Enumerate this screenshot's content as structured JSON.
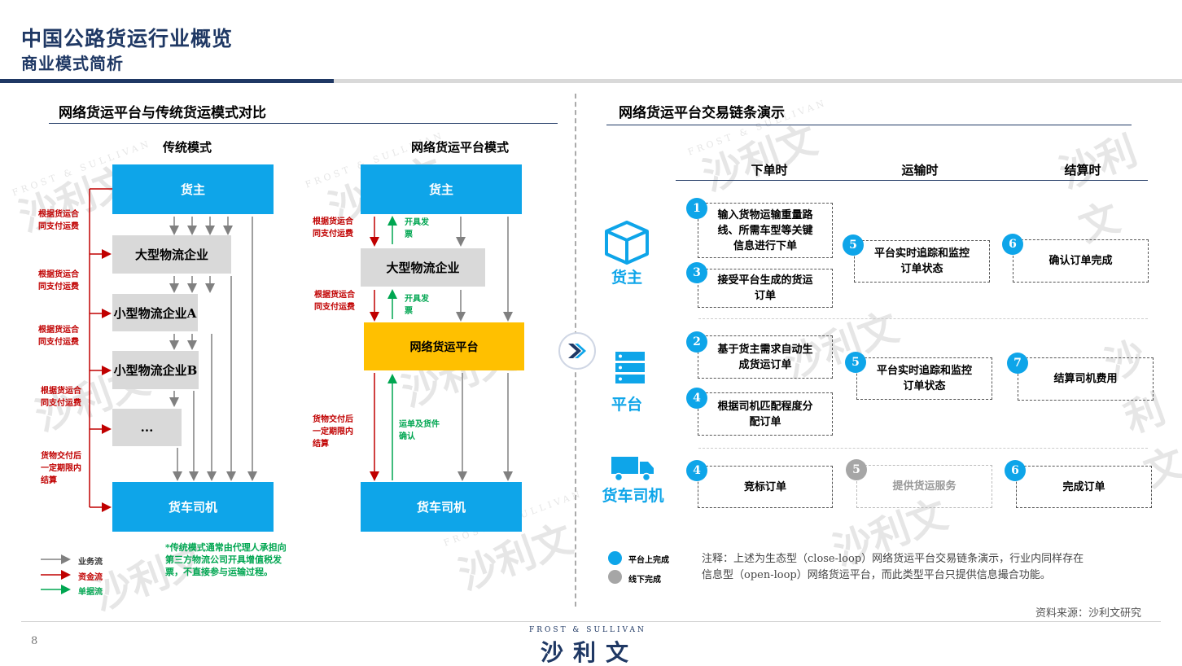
{
  "header": {
    "title": "中国公路货运行业概览",
    "subtitle": "商业模式简析"
  },
  "left": {
    "section_title": "网络货运平台与传统货运模式对比",
    "traditional": {
      "heading": "传统模式",
      "shipper": "货主",
      "large": "大型物流企业",
      "smallA": "小型物流企业A",
      "smallB": "小型物流企业B",
      "more": "...",
      "driver": "货车司机",
      "labels": [
        "根据货运合同支付运费",
        "根据货运合同支付运费",
        "根据货运合同支付运费",
        "根据货运合同支付运费",
        "货物交付后一定期限内结算"
      ],
      "footnote": "*传统模式通常由代理人承担向第三方物流公司开具增值税发票，不直接参与运输过程。"
    },
    "platform": {
      "heading": "网络货运平台模式",
      "shipper": "货主",
      "large": "大型物流企业",
      "platform": "网络货运平台",
      "driver": "货车司机",
      "red_labels": [
        "根据货运合同支付运费",
        "根据货运合同支付运费",
        "货物交付后一定期限内结算"
      ],
      "green_labels": [
        "开具发票",
        "开具发票",
        "运单及货件确认"
      ]
    },
    "legend": [
      {
        "label": "业务流",
        "color": "#808080"
      },
      {
        "label": "资金流",
        "color": "#c00000"
      },
      {
        "label": "单据流",
        "color": "#00a651"
      }
    ]
  },
  "right": {
    "section_title": "网络货运平台交易链条演示",
    "columns": [
      "下单时",
      "运输时",
      "结算时"
    ],
    "roles": [
      {
        "name": "货主",
        "icon": "box-icon"
      },
      {
        "name": "平台",
        "icon": "server-icon"
      },
      {
        "name": "货车司机",
        "icon": "truck-icon"
      }
    ],
    "steps": {
      "s1": {
        "num": "1",
        "text": "输入货物运输重量路线、所需车型等关键信息进行下单"
      },
      "s3": {
        "num": "3",
        "text": "接受平台生成的货运订单"
      },
      "s5a": {
        "num": "5",
        "text": "平台实时追踪和监控订单状态"
      },
      "s6a": {
        "num": "6",
        "text": "确认订单完成"
      },
      "s2": {
        "num": "2",
        "text": "基于货主需求自动生成货运订单"
      },
      "s4a": {
        "num": "4",
        "text": "根据司机匹配程度分配订单"
      },
      "s5b": {
        "num": "5",
        "text": "平台实时追踪和监控订单状态"
      },
      "s7": {
        "num": "7",
        "text": "结算司机费用"
      },
      "s4b": {
        "num": "4",
        "text": "竞标订单"
      },
      "s5c": {
        "num": "5",
        "text": "提供货运服务"
      },
      "s6b": {
        "num": "6",
        "text": "完成订单"
      }
    },
    "legend": [
      {
        "label": "平台上完成",
        "color": "#0ea5e9"
      },
      {
        "label": "线下完成",
        "color": "#a6a6a6"
      }
    ],
    "note_line1": "注释：上述为生态型（close-loop）网络货运平台交易链条演示，行业内同样存在",
    "note_line2": "信息型（open-loop）网络货运平台，而此类型平台只提供信息撮合功能。",
    "source": "资料来源：沙利文研究"
  },
  "footer": {
    "page": "8",
    "brand_en": "FROST & SULLIVAN",
    "brand_cn": "沙利文"
  },
  "watermark": {
    "cn": "沙利文",
    "en": "FROST & SULLIVAN"
  }
}
